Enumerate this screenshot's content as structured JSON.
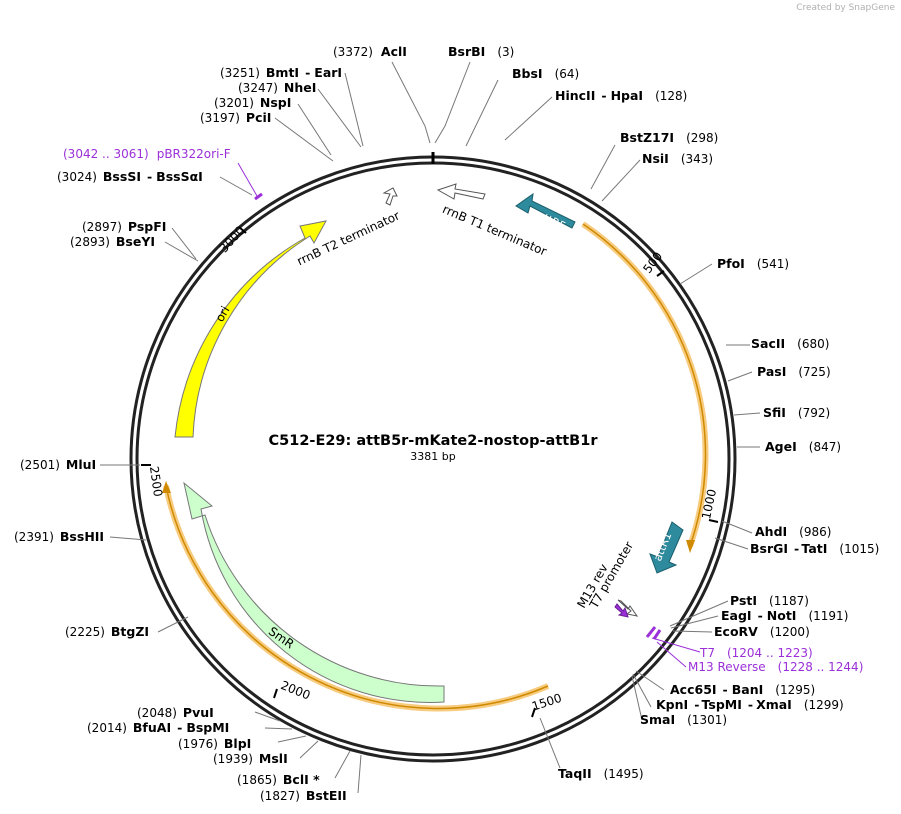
{
  "credit": "Created by SnapGene",
  "plasmid": {
    "name": "C512-E29: attB5r-mKate2-nostop-attB1r",
    "length": 3381,
    "length_label": "3381 bp"
  },
  "ticks": [
    "500",
    "1000",
    "1500",
    "2000",
    "2500",
    "3000"
  ],
  "features": [
    {
      "label": "attR5",
      "color": "#2e8b9e"
    },
    {
      "label": "attR1",
      "color": "#2e8b9e"
    },
    {
      "label": "rrnB T1 terminator",
      "color": "#ffffff"
    },
    {
      "label": "rrnB T2 terminator",
      "color": "#ffffff"
    },
    {
      "label": "ori",
      "color": "#ffff00"
    },
    {
      "label": "SmR",
      "color": "#ccffcc"
    },
    {
      "label": "T7 promoter",
      "color": "#ffffff"
    },
    {
      "label": "M13 rev",
      "color": "#9b30d8"
    }
  ],
  "enzymes": [
    {
      "name": "AclI",
      "pos": "(3372)"
    },
    {
      "name": "BsrBI",
      "pos": "(3)"
    },
    {
      "name": "BbsI",
      "pos": "(64)"
    },
    {
      "name": "HincII",
      "name2": "HpaI",
      "pos": "(128)"
    },
    {
      "name": "BstZ17I",
      "pos": "(298)"
    },
    {
      "name": "NsiI",
      "pos": "(343)"
    },
    {
      "name": "PfoI",
      "pos": "(541)"
    },
    {
      "name": "SacII",
      "pos": "(680)"
    },
    {
      "name": "PasI",
      "pos": "(725)"
    },
    {
      "name": "SfiI",
      "pos": "(792)"
    },
    {
      "name": "AgeI",
      "pos": "(847)"
    },
    {
      "name": "AhdI",
      "pos": "(986)"
    },
    {
      "name": "BsrGI",
      "name2": "TatI",
      "pos": "(1015)"
    },
    {
      "name": "PstI",
      "pos": "(1187)"
    },
    {
      "name": "EagI",
      "name2": "NotI",
      "pos": "(1191)"
    },
    {
      "name": "EcoRV",
      "pos": "(1200)"
    },
    {
      "name": "Acc65I",
      "name2": "BanI",
      "pos": "(1295)"
    },
    {
      "name": "KpnI",
      "name2": "TspMI",
      "name3": "XmaI",
      "pos": "(1299)"
    },
    {
      "name": "SmaI",
      "pos": "(1301)"
    },
    {
      "name": "TaqII",
      "pos": "(1495)"
    },
    {
      "name": "BstEII",
      "pos": "(1827)"
    },
    {
      "name": "BclI *",
      "pos": "(1865)"
    },
    {
      "name": "MslI",
      "pos": "(1939)"
    },
    {
      "name": "BlpI",
      "pos": "(1976)"
    },
    {
      "name": "BfuAI",
      "name2": "BspMI",
      "pos": "(2014)"
    },
    {
      "name": "PvuI",
      "pos": "(2048)"
    },
    {
      "name": "BtgZI",
      "pos": "(2225)"
    },
    {
      "name": "BssHII",
      "pos": "(2391)"
    },
    {
      "name": "MluI",
      "pos": "(2501)"
    },
    {
      "name": "BseYI",
      "pos": "(2893)"
    },
    {
      "name": "PspFI",
      "pos": "(2897)"
    },
    {
      "name": "BssSI",
      "name2": "BssSαI",
      "pos": "(3024)"
    },
    {
      "name": "PciI",
      "pos": "(3197)"
    },
    {
      "name": "NspI",
      "pos": "(3201)"
    },
    {
      "name": "NheI",
      "pos": "(3247)"
    },
    {
      "name": "BmtI",
      "name2": "EarI",
      "pos": "(3251)"
    }
  ],
  "primers": [
    {
      "name": "pBR322ori-F",
      "range": "(3042 .. 3061)"
    },
    {
      "name": "T7",
      "range": "(1204 .. 1223)"
    },
    {
      "name": "M13 Reverse",
      "range": "(1228 .. 1244)"
    }
  ]
}
